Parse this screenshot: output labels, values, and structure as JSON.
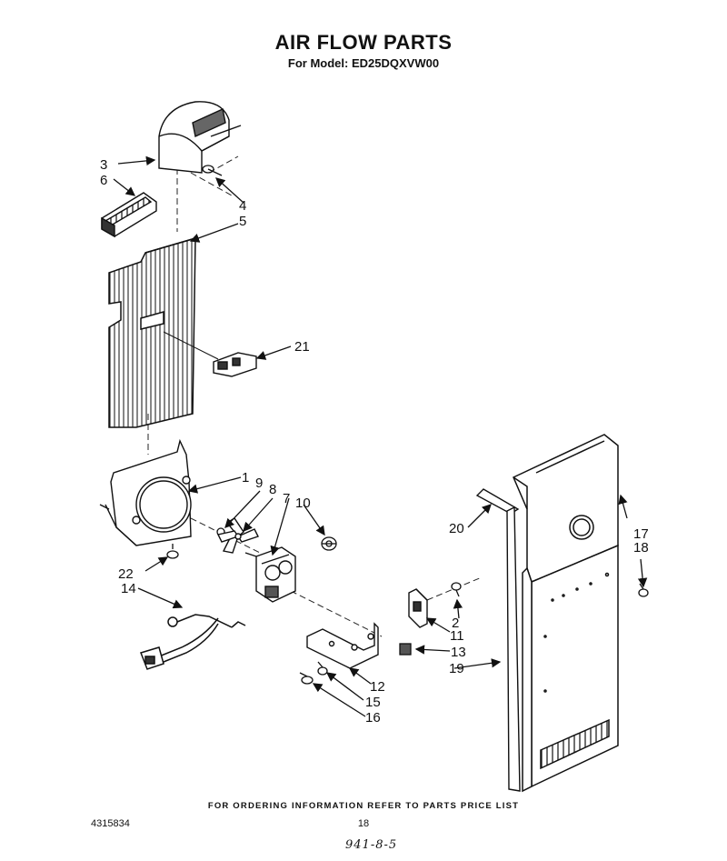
{
  "header": {
    "title": "AIR FLOW PARTS",
    "model": "For Model: ED25DQXVW00"
  },
  "callouts": [
    "1",
    "2",
    "3",
    "4",
    "5",
    "6",
    "7",
    "8",
    "9",
    "10",
    "11",
    "12",
    "13",
    "14",
    "15",
    "16",
    "17",
    "18",
    "19",
    "20",
    "21",
    "22"
  ],
  "footer": {
    "ordering_note": "FOR ORDERING INFORMATION REFER TO PARTS PRICE LIST",
    "document_number": "4315834",
    "page_number": "18",
    "handwritten_note": "941-8-5"
  }
}
